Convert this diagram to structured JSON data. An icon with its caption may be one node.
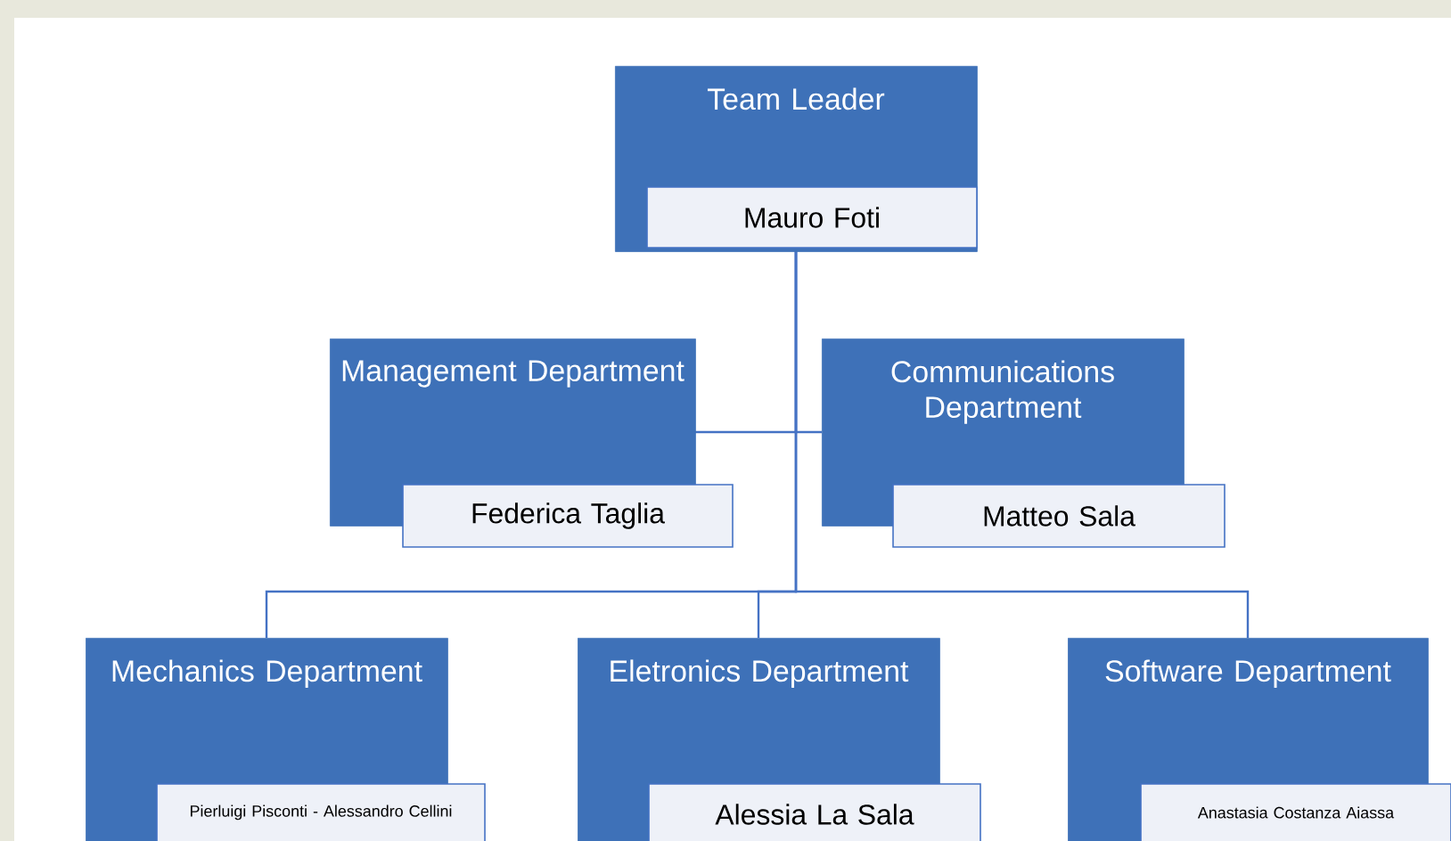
{
  "diagram": {
    "nodes": [
      {
        "text": [
          "Team Leader",
          "Mauro Foti"
        ]
      },
      {
        "text": [
          "Management Department",
          "Federica Taglia"
        ]
      },
      {
        "text": [
          "Communications Department",
          "Matteo Sala"
        ]
      },
      {
        "text": [
          "Mechanics Department",
          "Pierluigi Pisconti - Alessandro Cellini"
        ]
      },
      {
        "text": [
          "Eletronics Department",
          "Alessia La Sala"
        ]
      },
      {
        "text": [
          "Software Department",
          "Anastasia Costanza Aiassa"
        ]
      }
    ],
    "edges": [
      {
        "from": 0,
        "to": 1,
        "arrow": "none"
      },
      {
        "from": 0,
        "to": 2,
        "arrow": "none"
      },
      {
        "from": 0,
        "to": 3,
        "arrow": "none"
      },
      {
        "from": 0,
        "to": 4,
        "arrow": "none"
      },
      {
        "from": 0,
        "to": 5,
        "arrow": "none"
      }
    ]
  }
}
